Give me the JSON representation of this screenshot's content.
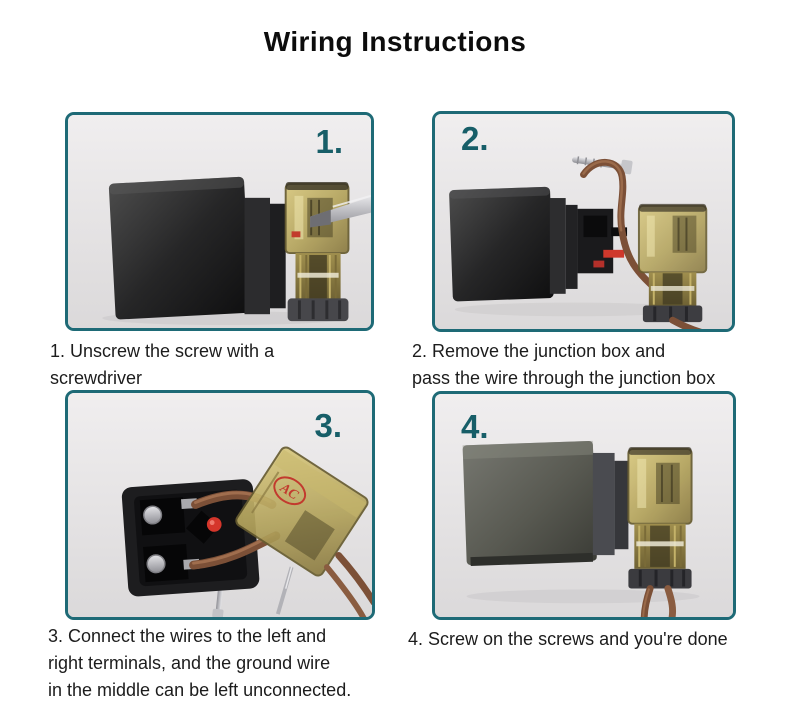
{
  "title": "Wiring Instructions",
  "colors": {
    "panel_border_teal": "#1e6a76",
    "step_number_teal": "#175e68",
    "caption_text": "#1c1c1c",
    "ac_stamp_red": "#c23a2e",
    "wire_brown": "#7c5037",
    "connector_amber": "#b3a35c"
  },
  "steps": [
    {
      "number": "1.",
      "caption": "1. Unscrew the screw with a\nscrewdriver",
      "photo": "coil-with-screwdriver-in-junction-box"
    },
    {
      "number": "2.",
      "caption": "2. Remove the junction box and\npass the wire through the junction box",
      "photo": "removed-junction-box-wire-passed-through"
    },
    {
      "number": "3.",
      "caption": "3. Connect the wires to the left and\nright terminals, and the ground wire\nin the middle can be left unconnected.",
      "stamp_text": "AC",
      "photo": "wires-connected-to-terminals"
    },
    {
      "number": "4.",
      "caption": "4. Screw on the screws and you're done",
      "photo": "assembled-coil-with-wires"
    }
  ]
}
